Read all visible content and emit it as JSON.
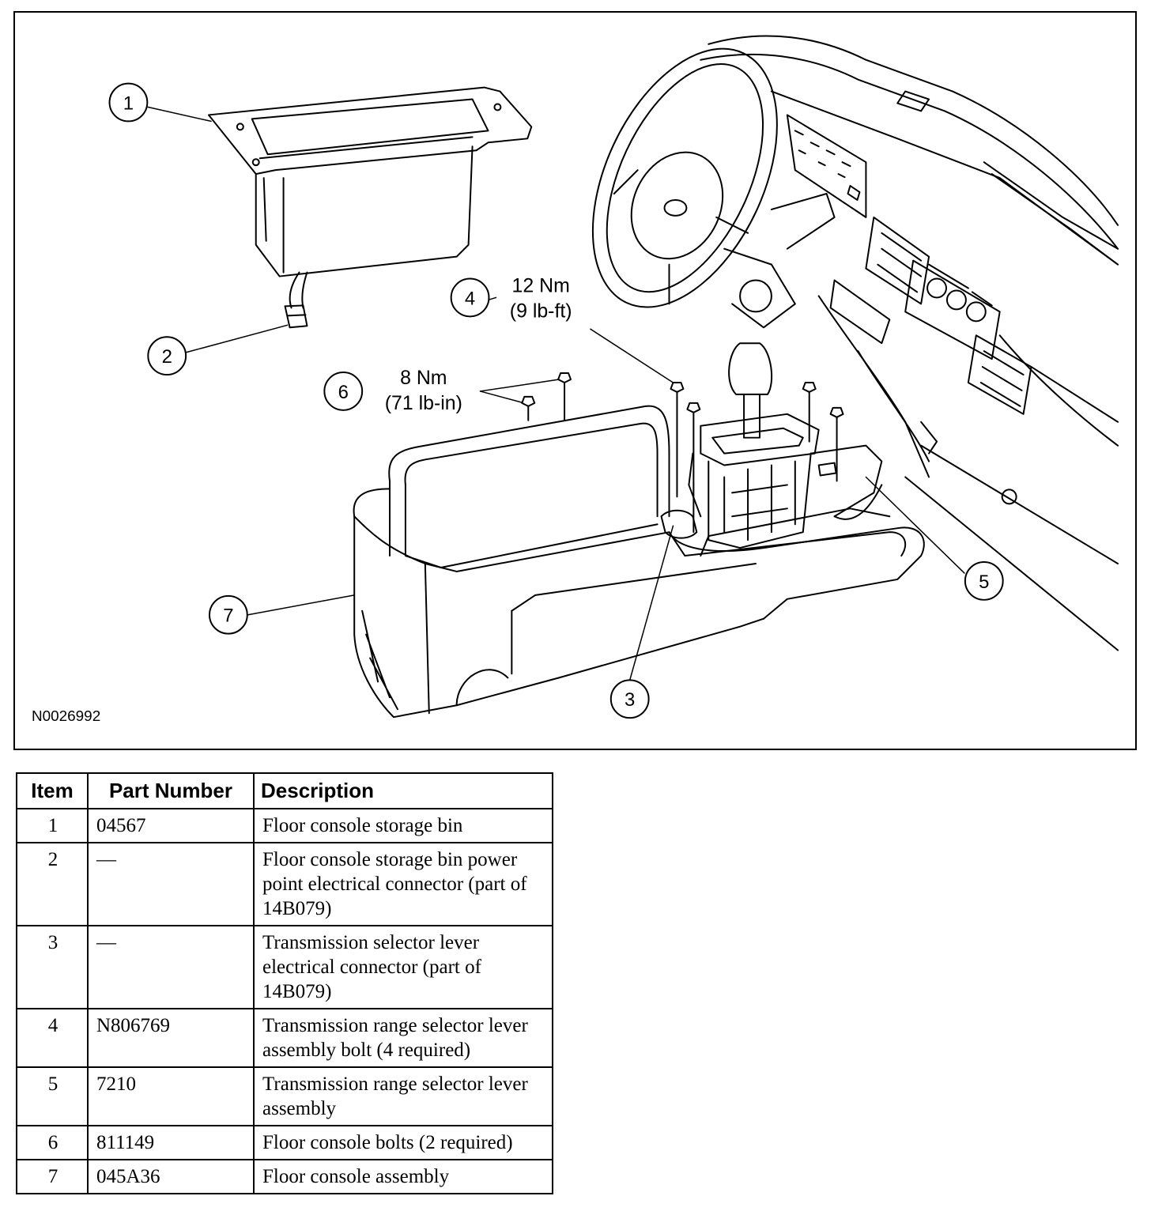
{
  "figure": {
    "id": "N0026992",
    "callouts": [
      {
        "num": "1"
      },
      {
        "num": "2"
      },
      {
        "num": "3"
      },
      {
        "num": "4"
      },
      {
        "num": "5"
      },
      {
        "num": "6"
      },
      {
        "num": "7"
      }
    ],
    "torque_4": {
      "line1": "12 Nm",
      "line2": "(9 lb-ft)"
    },
    "torque_6": {
      "line1": "8 Nm",
      "line2": "(71 lb-in)"
    }
  },
  "table": {
    "headers": {
      "item": "Item",
      "part_number": "Part Number",
      "description": "Description"
    },
    "rows": [
      {
        "item": "1",
        "part_number": "04567",
        "description": "Floor console storage bin"
      },
      {
        "item": "2",
        "part_number": "—",
        "description": "Floor console storage bin power point electrical connector (part of 14B079)"
      },
      {
        "item": "3",
        "part_number": "—",
        "description": "Transmission selector lever electrical connector (part of 14B079)"
      },
      {
        "item": "4",
        "part_number": "N806769",
        "description": "Transmission range selector lever assembly bolt (4 required)"
      },
      {
        "item": "5",
        "part_number": "7210",
        "description": "Transmission range selector lever assembly"
      },
      {
        "item": "6",
        "part_number": "811149",
        "description": "Floor console bolts (2 required)"
      },
      {
        "item": "7",
        "part_number": "045A36",
        "description": "Floor console assembly"
      }
    ]
  }
}
